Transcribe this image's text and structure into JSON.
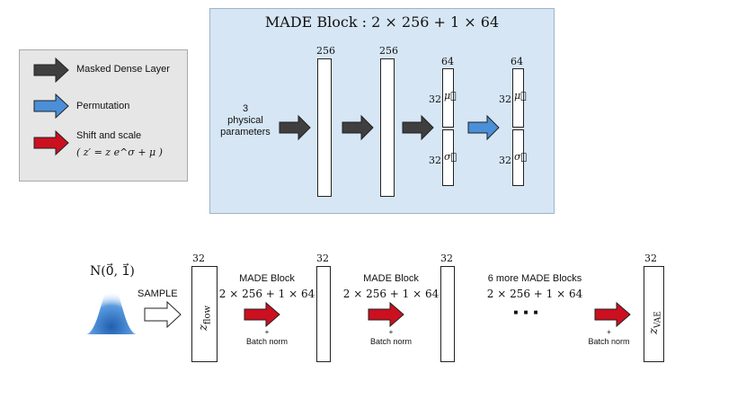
{
  "legend": {
    "masked_dense": "Masked Dense Layer",
    "permutation": "Permutation",
    "shift_scale": "Shift and scale",
    "shift_scale_formula": "( z′ = z e^σ + μ )"
  },
  "colors": {
    "dark_arrow": "#3f3f3f",
    "blue_arrow": "#4a8fd8",
    "red_arrow": "#cc1020",
    "made_bg": "#d6e6f5",
    "legend_bg": "#e6e6e6"
  },
  "made_block": {
    "title": "MADE Block : 2 × 256  +  1 × 64",
    "input_label": [
      "3",
      "physical",
      "parameters"
    ],
    "layer1_size": "256",
    "layer2_size": "256",
    "out1_size": "64",
    "out2_size": "64",
    "mu_label": "32",
    "sigma_label": "32",
    "mu_symbol": "μ⃗",
    "sigma_symbol": "σ⃗"
  },
  "flow": {
    "prior": "N(0⃗, 1⃗)",
    "sample_label": "SAMPLE",
    "z_flow": "z",
    "z_flow_sub": "flow",
    "z_vae": "z",
    "z_vae_sub": "VAE",
    "layer_size": "32",
    "made1_title": "MADE Block",
    "made1_formula": "2 × 256  +  1 × 64",
    "made2_title": "MADE Block",
    "made2_formula": "2 × 256  +  1 × 64",
    "made3_title": "6 more MADE Blocks",
    "made3_formula": "2 × 256  +  1 × 64",
    "plus": "+",
    "batch_norm": "Batch norm",
    "ellipsis": "■ ■ ■"
  }
}
